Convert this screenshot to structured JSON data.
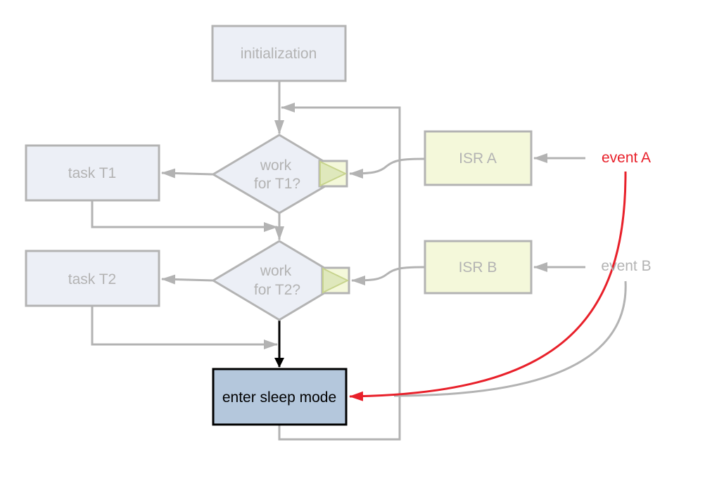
{
  "diagram": {
    "type": "flowchart",
    "colors": {
      "inactive_stroke": "#b3b3b3",
      "inactive_fill": "#eceff6",
      "inactive_text": "#b3b3b3",
      "isr_fill": "#f4f8da",
      "isr_marker_fill": "#dfe8bc",
      "isr_marker_stroke": "#c8d48e",
      "active_fill": "#b4c7dc",
      "active_stroke": "#000000",
      "active_text": "#000000",
      "event_a": "#e8202a"
    },
    "nodes": {
      "initialization": "initialization",
      "task_t1": "task T1",
      "work_t1_line1": "work",
      "work_t1_line2": "for T1?",
      "task_t2": "task T2",
      "work_t2_line1": "work",
      "work_t2_line2": "for T2?",
      "sleep": "enter sleep mode",
      "isr_a": "ISR A",
      "isr_b": "ISR B",
      "event_a": "event A",
      "event_b": "event B"
    },
    "edges": [
      {
        "from": "initialization",
        "to": "work_t1"
      },
      {
        "from": "work_t1",
        "to": "task_t1"
      },
      {
        "from": "task_t1",
        "to": "work_t2"
      },
      {
        "from": "work_t1",
        "to": "work_t2"
      },
      {
        "from": "work_t2",
        "to": "task_t2"
      },
      {
        "from": "task_t2",
        "to": "sleep"
      },
      {
        "from": "work_t2",
        "to": "sleep",
        "highlighted": true
      },
      {
        "from": "sleep",
        "to": "work_t1",
        "loop": true
      },
      {
        "from": "isr_a",
        "to": "work_t1"
      },
      {
        "from": "isr_b",
        "to": "work_t2"
      },
      {
        "from": "event_a",
        "to": "isr_a"
      },
      {
        "from": "event_b",
        "to": "isr_b"
      },
      {
        "from": "event_a",
        "to": "sleep",
        "highlighted": true,
        "color": "red"
      },
      {
        "from": "event_b",
        "to": "sleep"
      }
    ]
  }
}
